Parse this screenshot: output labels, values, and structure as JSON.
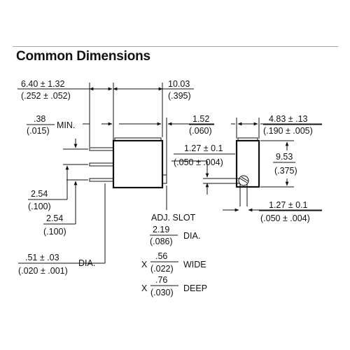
{
  "section": {
    "title": "Common Dimensions"
  },
  "dims": {
    "overall_length_mm": "6.40 ± 1.32",
    "overall_length_in": "(.252 ± .052)",
    "body_length_mm": "10.03",
    "body_length_in": "(.395)",
    "pin_offset_mm": ".38",
    "pin_offset_in": "(.015)",
    "pin_offset_suffix": "MIN.",
    "standoff_mm": "1.52",
    "standoff_in": "(.060)",
    "side_width_mm": "4.83 ± .13",
    "side_width_in": "(.190 ± .005)",
    "slot_offset_mm": "1.27 ± 0.1",
    "slot_offset_in": "(.050 ± .004)",
    "height_mm": "9.53",
    "height_in": "(.375)",
    "pin_spacing1_mm": "2.54",
    "pin_spacing1_in": "(.100)",
    "pin_spacing2_mm": "2.54",
    "pin_spacing2_in": "(.100)",
    "pin_offset2_mm": "1.27 ± 0.1",
    "pin_offset2_in": "(.050 ± .004)",
    "adj_slot_label": "ADJ. SLOT",
    "adj_dia_mm": "2.19",
    "adj_dia_in": "(.086)",
    "adj_dia_suffix": "DIA.",
    "slot_wide_prefix": "X",
    "slot_wide_mm": ".56",
    "slot_wide_in": "(.022)",
    "slot_wide_suffix": "WIDE",
    "slot_deep_prefix": "X",
    "slot_deep_mm": ".76",
    "slot_deep_in": "(.030)",
    "slot_deep_suffix": "DEEP",
    "pin_dia_mm": ".51 ± .03",
    "pin_dia_in": "(.020 ± .001)",
    "pin_dia_suffix": "DIA."
  }
}
